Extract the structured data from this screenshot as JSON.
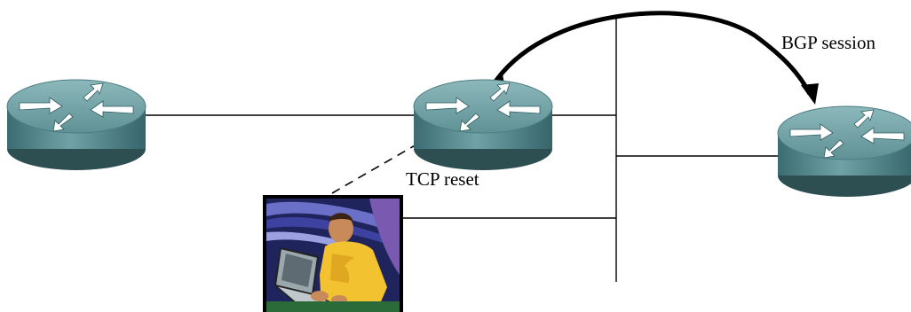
{
  "labels": {
    "bgp_session": "BGP session",
    "tcp_reset": "TCP reset"
  },
  "nodes": [
    {
      "id": "router-left",
      "kind": "router",
      "icon": "router-icon"
    },
    {
      "id": "router-center",
      "kind": "router",
      "icon": "router-icon"
    },
    {
      "id": "router-right",
      "kind": "router",
      "icon": "router-icon"
    },
    {
      "id": "attacker",
      "kind": "person-at-laptop",
      "icon": "attacker-laptop-icon"
    }
  ],
  "edges": [
    {
      "from": "router-left",
      "to": "router-center",
      "style": "solid"
    },
    {
      "from": "router-center",
      "to": "shared-segment",
      "style": "solid"
    },
    {
      "from": "router-right",
      "to": "shared-segment",
      "style": "solid"
    },
    {
      "from": "attacker",
      "to": "shared-segment",
      "style": "solid"
    },
    {
      "from": "attacker",
      "to": "router-center",
      "style": "dashed",
      "label_key": "tcp_reset"
    },
    {
      "from": "router-center",
      "to": "router-right",
      "style": "double-arrow-curve",
      "label_key": "bgp_session"
    }
  ],
  "colors": {
    "router_top": "#6f9fa3",
    "router_side": "#3f7176",
    "router_arrows": "#ffffff",
    "line": "#000000",
    "attacker_bg": "#2a2e6e",
    "attacker_shirt": "#f2c230"
  }
}
